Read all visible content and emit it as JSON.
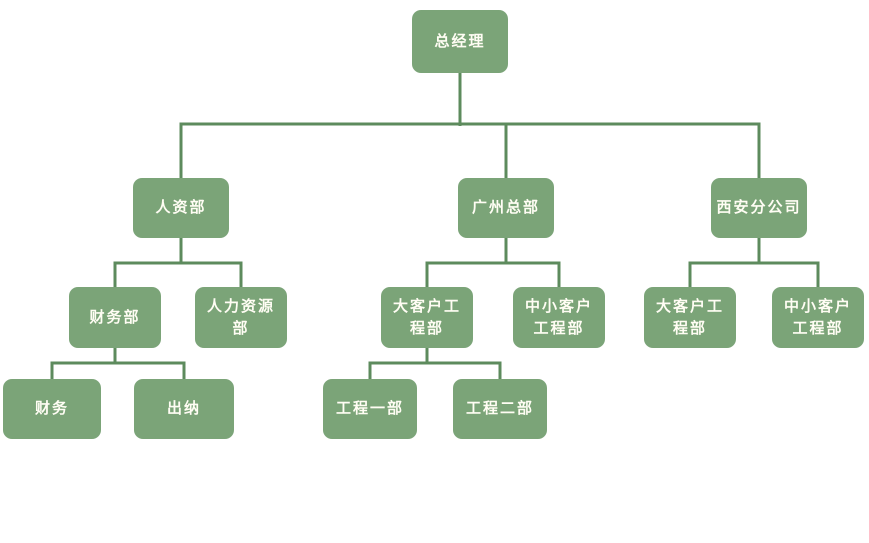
{
  "diagram": {
    "type": "org-chart",
    "background_color": "#ffffff",
    "node_fill_color": "#7ba478",
    "node_text_color": "#fffdf4",
    "connector_color": "#5d8b5d",
    "nodes": {
      "general_manager": {
        "label": "总经理",
        "parent": null
      },
      "hr_dept": {
        "label": "人资部",
        "parent": "general_manager"
      },
      "guangzhou_hq": {
        "label": "广州总部",
        "parent": "general_manager"
      },
      "xian_branch": {
        "label": "西安分公司",
        "parent": "general_manager"
      },
      "finance_dept": {
        "label": "财务部",
        "parent": "hr_dept"
      },
      "human_resources_dept": {
        "label": "人力资源部",
        "parent": "hr_dept"
      },
      "gz_key_account_eng_dept": {
        "label": "大客户工程部",
        "parent": "guangzhou_hq"
      },
      "gz_sme_account_eng_dept": {
        "label": "中小客户工程部",
        "parent": "guangzhou_hq"
      },
      "xa_key_account_eng_dept": {
        "label": "大客户工程部",
        "parent": "xian_branch"
      },
      "xa_sme_account_eng_dept": {
        "label": "中小客户工程部",
        "parent": "xian_branch"
      },
      "finance": {
        "label": "财务",
        "parent": "finance_dept"
      },
      "cashier": {
        "label": "出纳",
        "parent": "finance_dept"
      },
      "engineering_dept_1": {
        "label": "工程一部",
        "parent": "gz_key_account_eng_dept"
      },
      "engineering_dept_2": {
        "label": "工程二部",
        "parent": "gz_key_account_eng_dept"
      }
    }
  }
}
